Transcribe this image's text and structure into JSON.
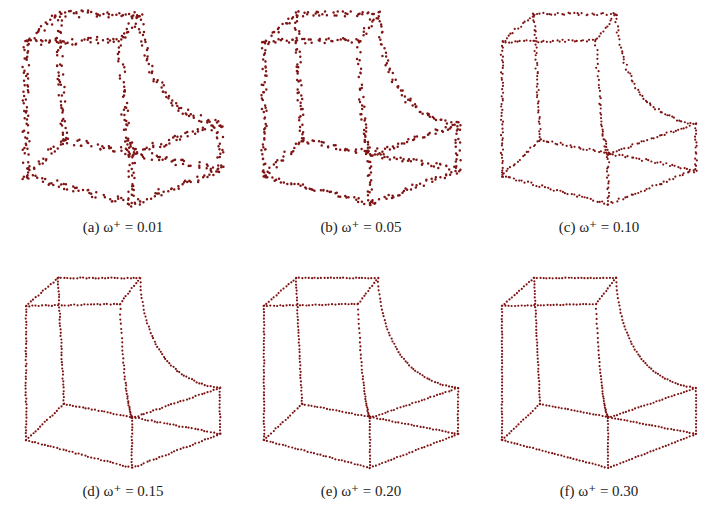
{
  "diagram": {
    "labels": [
      "(a) ω⁺ = 0.01",
      "(b) ω⁺ = 0.05",
      "(c) ω⁺ = 0.10",
      "(d) ω⁺ = 0.15",
      "(e) ω⁺ = 0.20",
      "(f) ω⁺ = 0.30"
    ]
  }
}
